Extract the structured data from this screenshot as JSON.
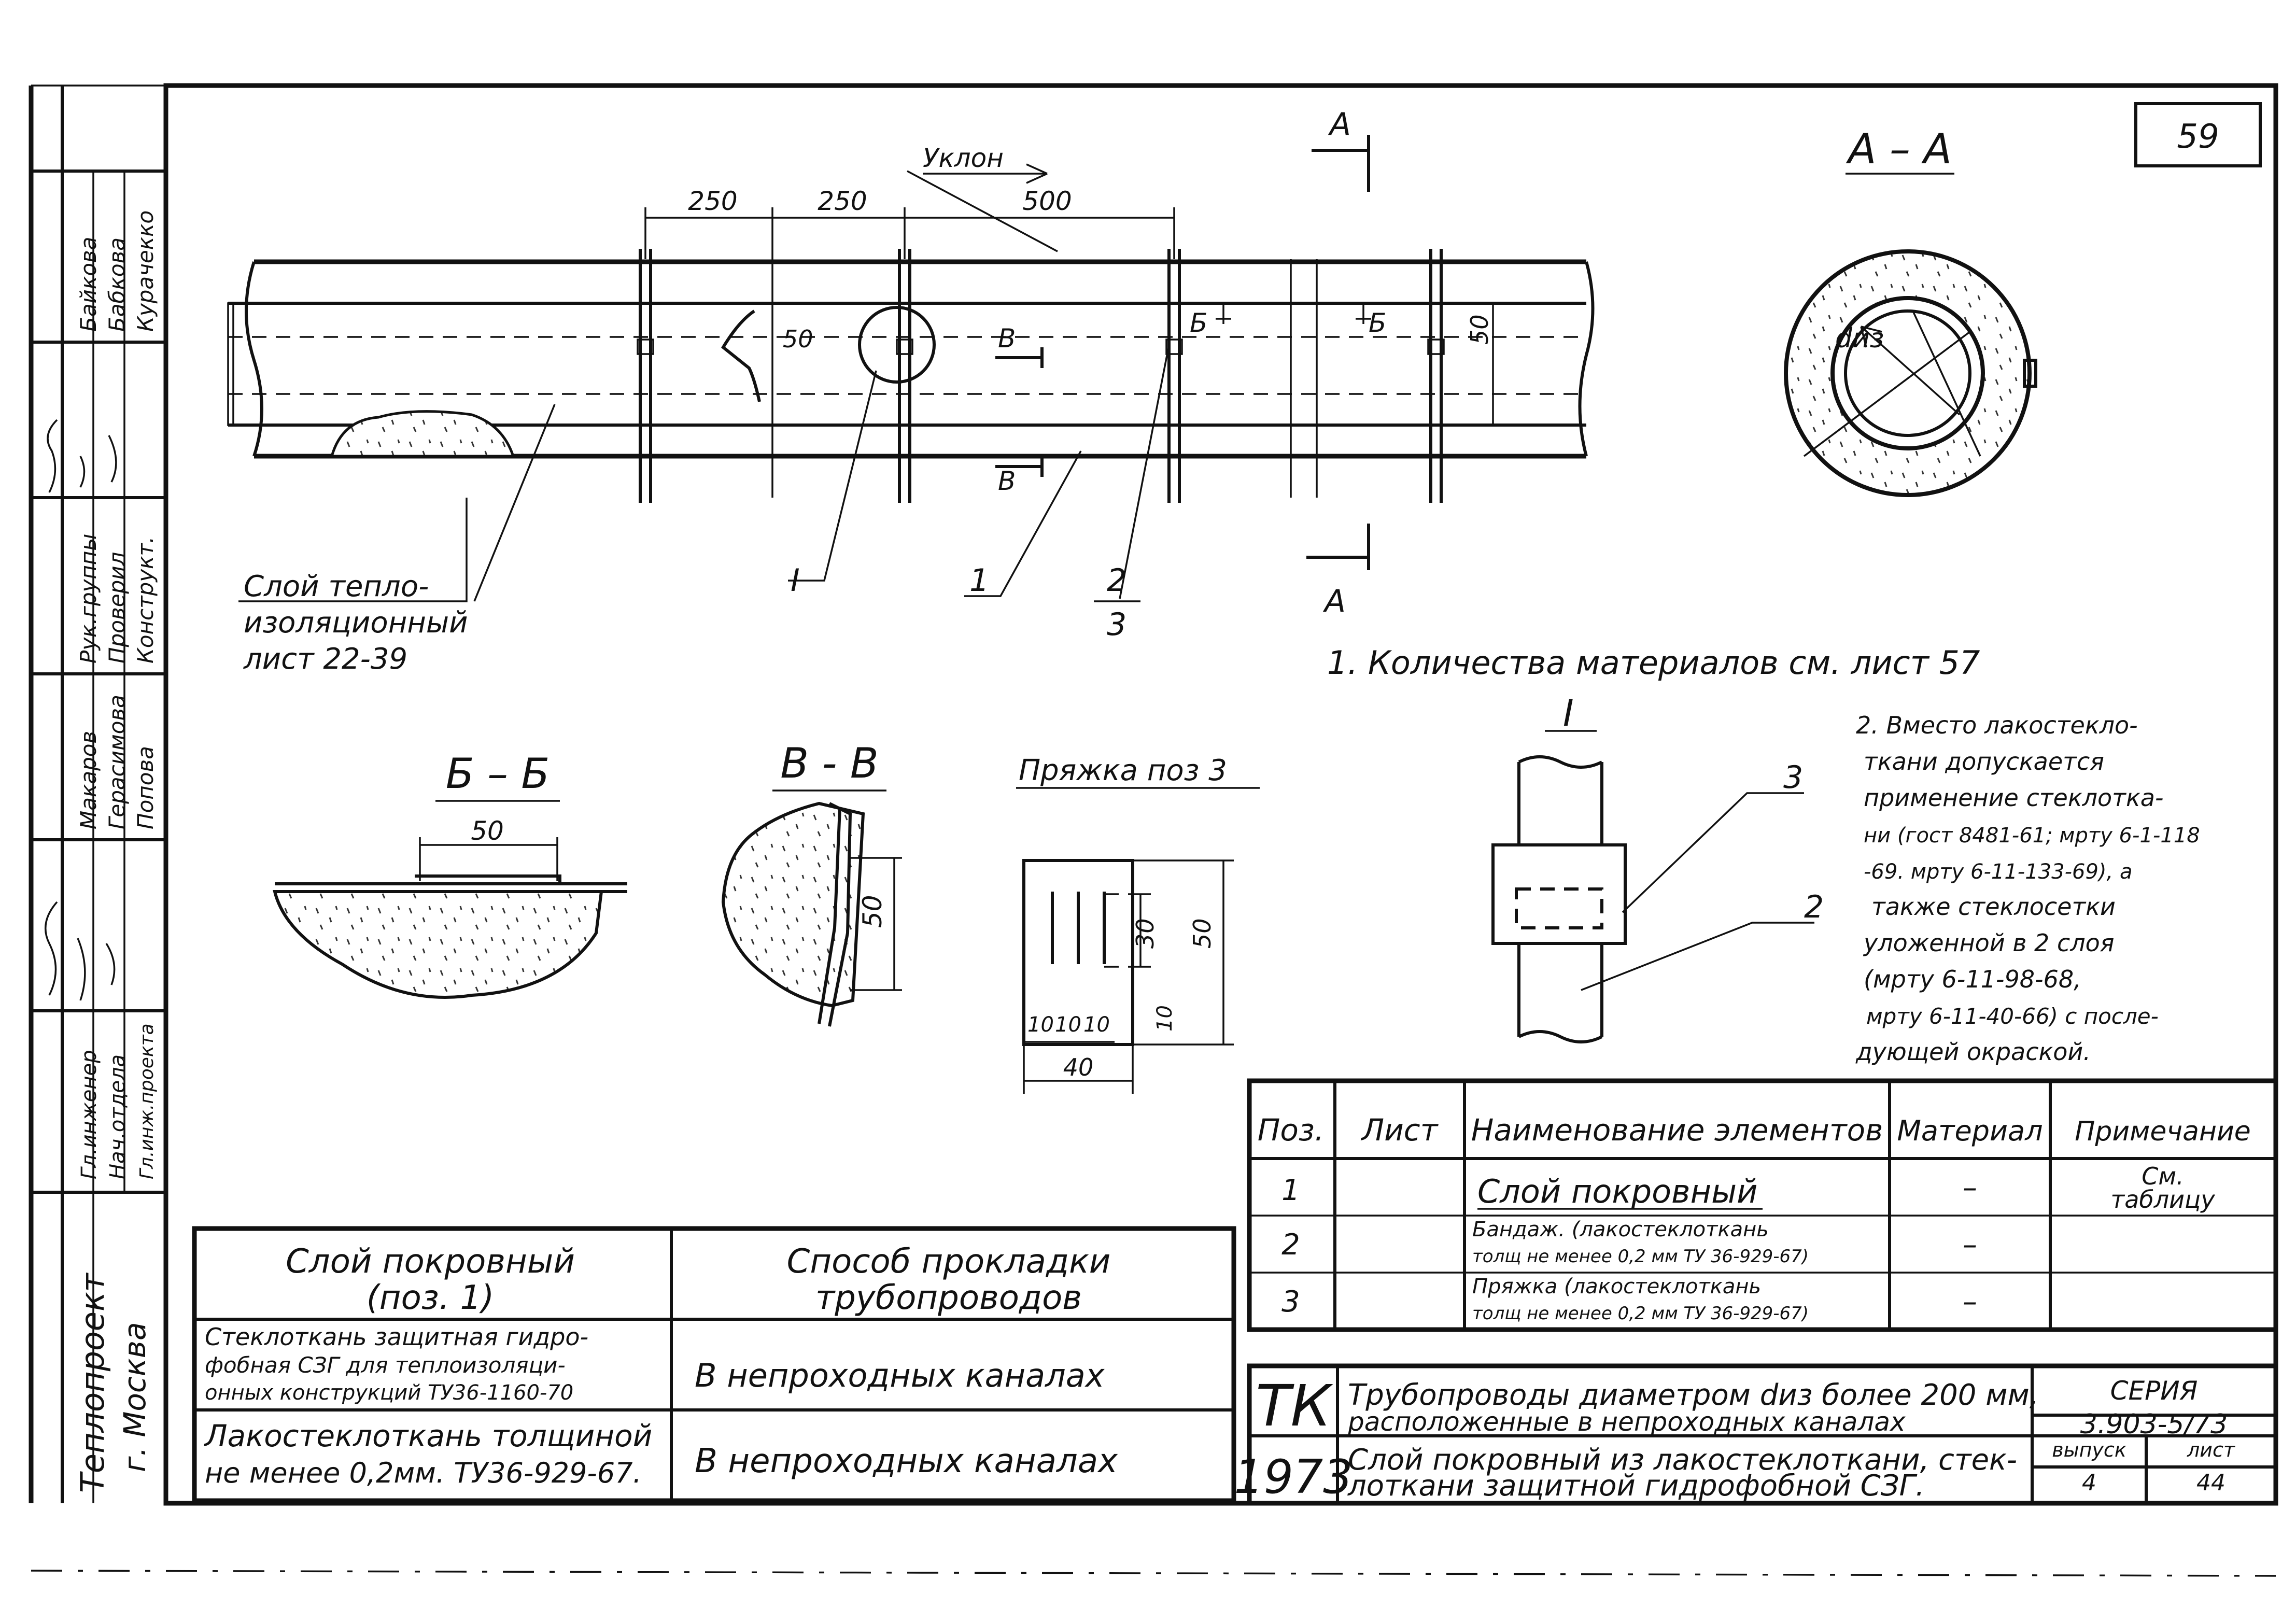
{
  "sheet_number": "59",
  "colors": {
    "ink": "#111111",
    "paper": "#ffffff"
  },
  "main_view": {
    "slope_label": "Уклон",
    "dim_250_a": "250",
    "dim_250_b": "250",
    "dim_500": "500",
    "dim_50_left": "50",
    "dim_50_right": "50",
    "section_mark_b_top": "Б",
    "section_mark_b_right": "Б",
    "section_mark_v_top": "В",
    "section_mark_v_bottom": "В",
    "callout_I": "I",
    "callout_1": "1",
    "callout_2": "2",
    "callout_3": "3",
    "cut_a_top": "А",
    "cut_a_bottom": "А",
    "insulation_label_1": "Слой тепло-",
    "insulation_label_2": "изоляционный",
    "insulation_label_3": "лист 22-39"
  },
  "section_aa": {
    "title": "А – А",
    "diameter_label": "dиз"
  },
  "section_bb": {
    "title": "Б – Б",
    "dim": "50"
  },
  "section_vv": {
    "title": "В - В",
    "dim": "50"
  },
  "buckle": {
    "title": "Пряжка поз 3",
    "dim_30": "30",
    "dim_50": "50",
    "dim_10_side": "10",
    "dim_10_a": "10",
    "dim_10_b": "10",
    "dim_10_c": "10",
    "dim_40": "40"
  },
  "detail_I": {
    "title": "I",
    "callout_3": "3",
    "callout_2": "2"
  },
  "note_1": "1. Количества материалов см. лист 57",
  "note_2": [
    "2. Вместо лакостекло-",
    "ткани допускается",
    "применение стеклотка-",
    "ни (гост 8481-61; мрту 6-1-118",
    "-69. мрту 6-11-133-69), а",
    "также стеклосетки",
    "уложенной в 2 слоя",
    "(мрту 6-11-98-68,",
    "мрту 6-11-40-66) с после-",
    "дующей окраской."
  ],
  "spec_table": {
    "headers": [
      "Поз.",
      "Лист",
      "Наименование элементов",
      "Материал",
      "Примечание"
    ],
    "rows": [
      {
        "pos": "1",
        "sheet": "",
        "name_1": "Слой покровный",
        "name_2": "",
        "material": "–",
        "note_1": "См.",
        "note_2": "таблицу"
      },
      {
        "pos": "2",
        "sheet": "",
        "name_1": "Бандаж. (лакостеклоткань",
        "name_2": "толщ не менее 0,2 мм ТУ 36-929-67)",
        "material": "–",
        "note_1": "",
        "note_2": ""
      },
      {
        "pos": "3",
        "sheet": "",
        "name_1": "Пряжка (лакостеклоткань",
        "name_2": "толщ не менее 0,2 мм ТУ 36-929-67)",
        "material": "–",
        "note_1": "",
        "note_2": ""
      }
    ]
  },
  "layer_table": {
    "head_left_1": "Слой покровный",
    "head_left_2": "(поз. 1)",
    "head_right_1": "Способ прокладки",
    "head_right_2": "трубопроводов",
    "rows": [
      {
        "left": [
          "Стеклоткань защитная гидро-",
          "фобная СЗГ для теплоизоляци-",
          "онных конструкций ТУ36-1160-70"
        ],
        "right": "В непроходных каналах"
      },
      {
        "left": [
          "Лакостеклоткань толщиной",
          "не менее 0,2мм. ТУ36-929-67."
        ],
        "right": "В непроходных каналах"
      }
    ]
  },
  "title_block": {
    "tk": "ТК",
    "year": "1973",
    "title_1": "Трубопроводы диаметром dиз более 200 мм,",
    "title_2": "расположенные в непроходных каналах",
    "title_3": "Слой покровный из лакостеклоткани, стек-",
    "title_4": "лоткани защитной гидрофобной СЗГ.",
    "series_label": "СЕРИЯ",
    "series_value": "3.903-5/73",
    "issue_label": "выпуск",
    "issue_value": "4",
    "sheet_label": "лист",
    "sheet_value": "44"
  },
  "side_stamp": {
    "org_1": "Теплопроект",
    "org_2": "г. Москва",
    "roles": [
      "Гл.инженер",
      "Нач.отдела",
      "Гл.инж.проекта",
      "Рук.группы",
      "Проверил",
      "Конструкт."
    ],
    "names": [
      "Макаров",
      "Герасимова",
      "Попова",
      "Байкова",
      "Бабкова",
      "Курачекко"
    ]
  }
}
